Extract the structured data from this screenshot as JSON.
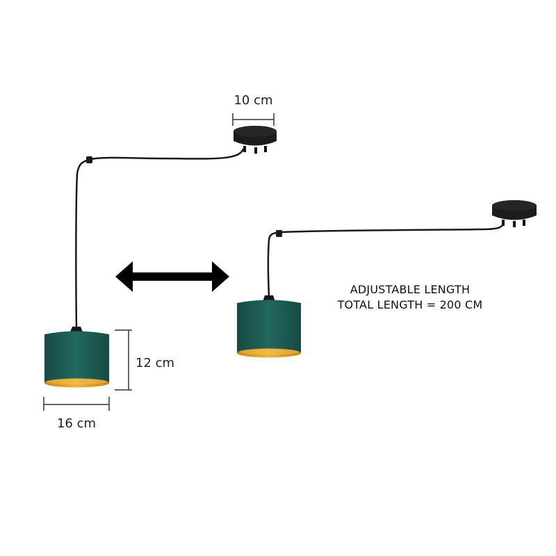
{
  "dimensions": {
    "canopy_width": "10 cm",
    "shade_height": "12 cm",
    "shade_width": "16 cm"
  },
  "caption": {
    "line1": "ADJUSTABLE LENGTH",
    "line2": "TOTAL LENGTH = 200 CM"
  },
  "colors": {
    "shade": "#1f5e56",
    "shade_inner": "#e0a21f",
    "cable": "#1a1a1a",
    "canopy": "#1c1c1c",
    "dimension_line": "#333333",
    "arrow": "#000000"
  },
  "icons": {
    "double_arrow": "double-headed-arrow-icon"
  }
}
